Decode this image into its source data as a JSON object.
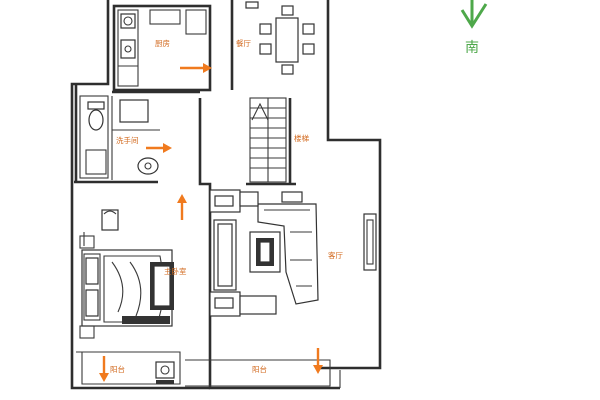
{
  "rooms": {
    "kitchen": "厨房",
    "dining": "餐厅",
    "stairs": "楼梯",
    "washroom": "洗手间",
    "living": "客厅",
    "master_bedroom": "主卧室",
    "balcony_left": "阳台",
    "balcony_right": "阳台"
  },
  "compass": {
    "direction_label": "南",
    "arrow_color": "#4ea84a"
  },
  "colors": {
    "label": "#d2691e",
    "door_arrow": "#f07a1e",
    "wall": "#2e2e2e"
  }
}
